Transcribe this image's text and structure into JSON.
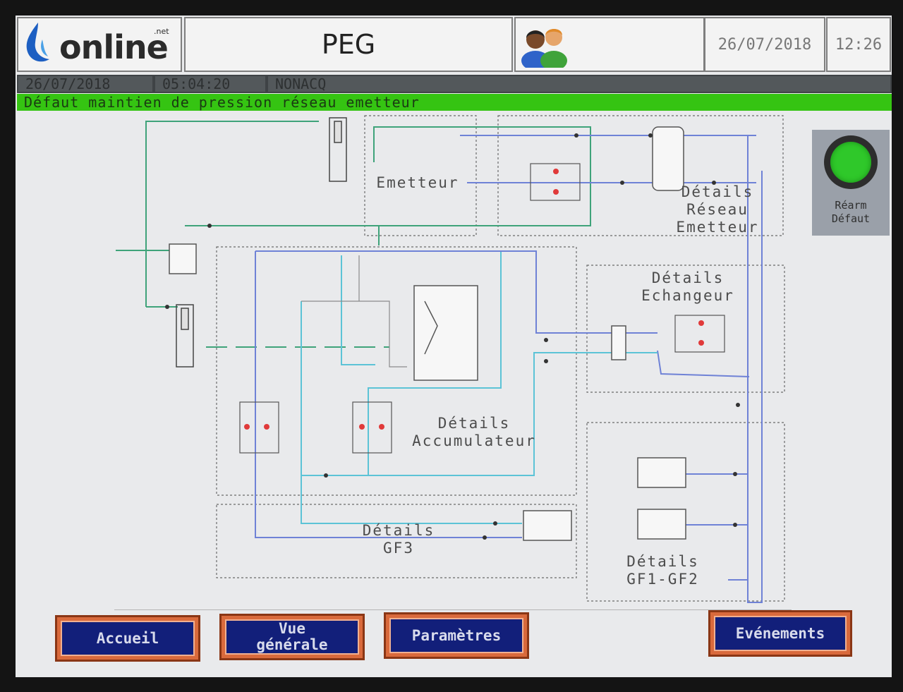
{
  "header": {
    "logo_text": "online",
    "logo_suffix": ".net",
    "title": "PEG",
    "date": "26/07/2018",
    "time": "12:26"
  },
  "alarm": {
    "date": "26/07/2018",
    "time": "05:04:20",
    "status": "NONACQ",
    "message": "Défaut maintien de pression réseau emetteur"
  },
  "synoptic": {
    "emetteur": "Emetteur",
    "reseau_emetteur": "Détails\nRéseau\nEmetteur",
    "echangeur": "Détails\nEchangeur",
    "accumulateur": "Détails\nAccumulateur",
    "gf3": "Détails\nGF3",
    "gf1_gf2": "Détails\nGF1-GF2"
  },
  "rearm": {
    "label": "Réarm\nDéfaut"
  },
  "nav": {
    "accueil": "Accueil",
    "vue_generale": "Vue\ngénérale",
    "parametres": "Paramètres",
    "evenements": "Evénements"
  },
  "colors": {
    "alarm_green": "#35c412",
    "button_orange": "#d96a3c",
    "button_blue": "#121f7a",
    "pipe_green": "#3fa37a",
    "pipe_blue": "#6f82d6",
    "pipe_cyan": "#5cc3d6"
  }
}
